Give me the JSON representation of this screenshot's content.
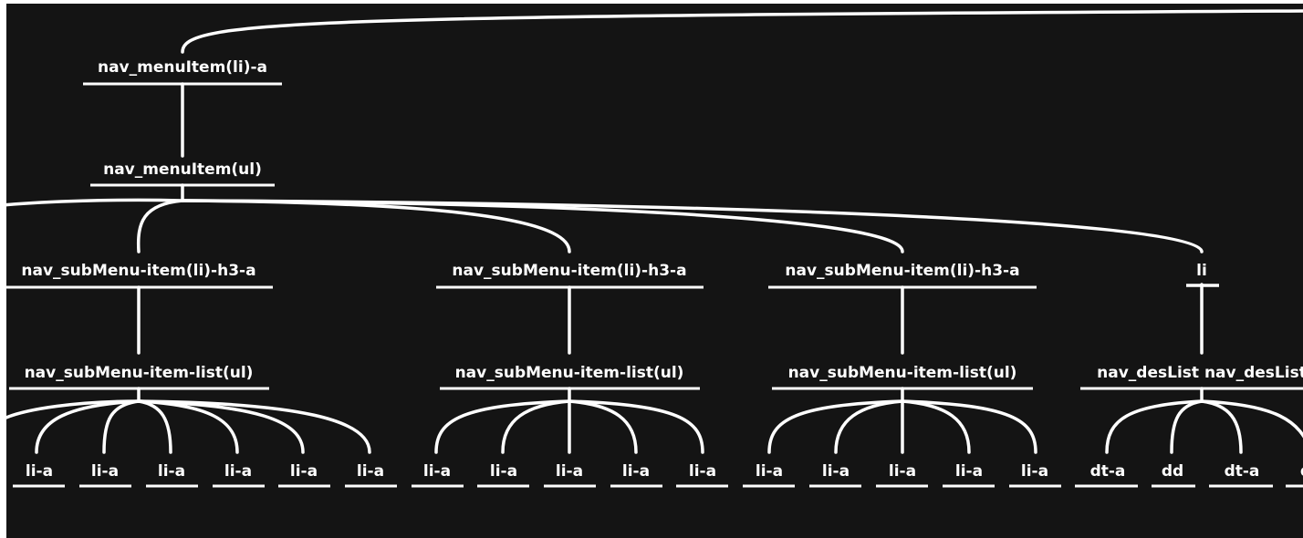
{
  "colors": {
    "background": "#141414",
    "foreground": "#ffffff",
    "page": "#ffffff"
  },
  "nodes": {
    "menu_item_a": "nav_menuItem(li)-a",
    "menu_item_ul": "nav_menuItem(ul)",
    "sub1_h3": "nav_subMenu-item(li)-h3-a",
    "sub2_h3": "nav_subMenu-item(li)-h3-a",
    "sub3_h3": "nav_subMenu-item(li)-h3-a",
    "li": "li",
    "sub1_list": "nav_subMenu-item-list(ul)",
    "sub2_list": "nav_subMenu-item-list(ul)",
    "sub3_list": "nav_subMenu-item-list(ul)",
    "des_list": "nav_desList nav_desList",
    "leaves": [
      "li-a",
      "li-a",
      "li-a",
      "li-a",
      "li-a",
      "li-a",
      "li-a",
      "li-a",
      "li-a",
      "li-a",
      "li-a",
      "li-a",
      "li-a",
      "li-a",
      "li-a",
      "li-a",
      "dt-a",
      "dd",
      "dt-a",
      "d"
    ]
  }
}
